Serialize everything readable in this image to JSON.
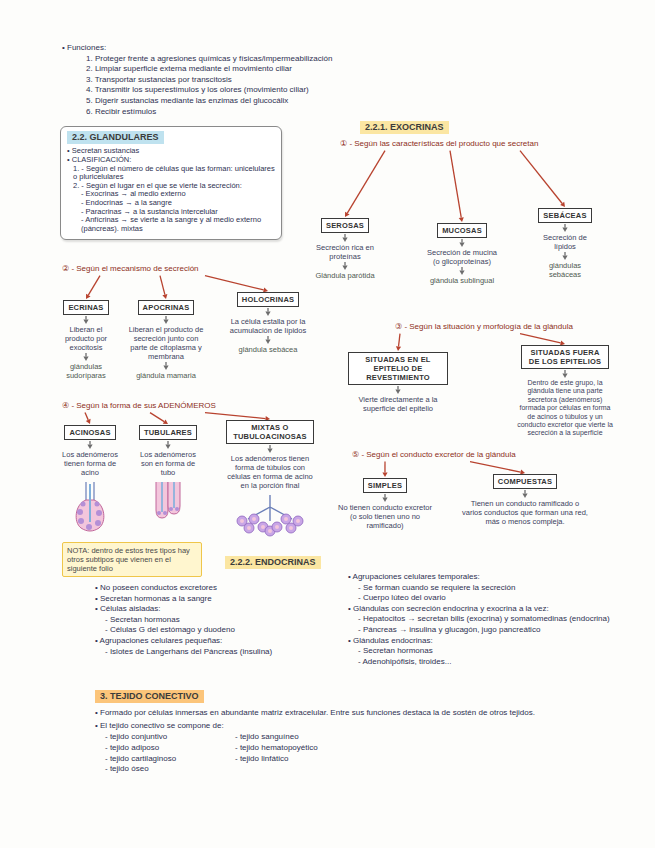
{
  "diagram": {
    "nodes": [
      {
        "text": [
          "• Secretan sustancias",
          "• CLASIFICACIÓN:",
          "1. - Según el número de células que las forman: unicelulares o pluricelulares",
          "2. - Según el lugar en el que se vierte la secreción:",
          "- Exocrinas → al medio externo",
          "- Endocrinas → a la sangre",
          "- Paracrinas → a la sustancia intercelular",
          "- Anfícrinas → se vierte a la sangre y al medio externo (páncreas). mixtas"
        ]
      },
      {
        "text": [
          "2.2. GLANDULARES"
        ],
        "in": 0
      },
      {
        "text": [
          "2.2.1. EXOCRINAS"
        ]
      },
      {
        "text": [
          "SEROSAS"
        ]
      },
      {
        "text": [
          "MUCOSAS"
        ]
      },
      {
        "text": [
          "SEBÁCEAS"
        ]
      },
      {
        "text": [
          "ECRINAS"
        ]
      },
      {
        "text": [
          "APOCRINAS"
        ]
      },
      {
        "text": [
          "HOLOCRINAS"
        ]
      },
      {
        "text": [
          "SITUADAS EN EL EPITELIO DE REVESTIMIENTO"
        ]
      },
      {
        "text": [
          "SITUADAS FUERA DE LOS EPITELIOS"
        ]
      },
      {
        "text": [
          "ACINOSAS"
        ]
      },
      {
        "text": [
          "TUBULARES"
        ]
      },
      {
        "text": [
          "MIXTAS O TUBULOACINOSAS"
        ]
      },
      {
        "text": [
          "SIMPLES"
        ]
      },
      {
        "text": [
          "COMPUESTAS"
        ]
      },
      {
        "text": [
          "NOTA: dentro de estos tres tipos hay otros subtipos que vienen en el siguiente folio"
        ]
      },
      {
        "text": [
          "2.2.2. ENDOCRINAS"
        ]
      },
      {
        "text": [
          "3. TEJIDO CONECTIVO"
        ]
      }
    ],
    "labels": [
      "• Funciones:",
      "1. Proteger frente a agresiones químicas y físicas/impermeabilización",
      "2. Limpiar superficie externa mediante el movimiento ciliar",
      "3. Transportar sustancias por transcitosis",
      "4. Transmitir los superestímulos y los olores (movimiento ciliar)",
      "5. Digerir sustancias mediante las enzimas del glucocálix",
      "6. Recibir estímulos",
      "① - Según las características del producto que secretan",
      "Secreción rica en proteínas",
      "Glándula parótida",
      "Secreción de mucina (o glicoproteínas)",
      "glándula sublingual",
      "Secreción de lípidos",
      "glándulas sebáceas",
      "② - Según el mecanismo de secreción",
      "Liberan el producto por exocitosis",
      "glándulas sudoríparas",
      "Liberan el producto de secreción junto con parte de citoplasma y membrana",
      "glándula mamaria",
      "La célula estalla por la acumulación de lípidos",
      "glándula sebácea",
      "③ - Según la situación y morfología de la glándula",
      "Vierte directamente a la superficie del epitelio",
      "Dentro de este grupo, la glándula tiene una parte secretora (adenómeros) formada por células en forma de acinos o túbulos y un conducto excretor que vierte la secreción a la superficie",
      "④ - Según la forma de sus ADENÓMEROS",
      "Los adenómeros tienen forma de acino",
      "Los adenómeros son en forma de tubo",
      "Los adenómeros tienen forma de túbulos con células en forma de acino en la porción final",
      "⑤ - Según el conducto excretor de la glándula",
      "No tienen conducto excretor (o solo tienen uno no ramificado)",
      "Tienen un conducto ramificado o varios conductos que forman una red, más o menos compleja.",
      "• No poseen conductos excretores",
      "• Secretan hormonas a la sangre",
      "• Células aisladas:",
      "- Secretan hormonas",
      "- Células G del estómago y duodeno",
      "• Agrupaciones celulares pequeñas:",
      "- Islotes de Langerhans del Páncreas (insulina)",
      "• Agrupaciones celulares temporales:",
      "- Se forman cuando se requiere la secreción",
      "- Cuerpo lúteo del ovario",
      "• Glándulas con secreción endocrina y exocrina a la vez:",
      "- Hepatocitos → secretan bilis (exocrina) y somatomedinas (endocrina)",
      "- Páncreas → insulina y glucagón, jugo pancreático",
      "• Glándulas endocrinas:",
      "- Secretan hormonas",
      "- Adenohipófisis, tiroides...",
      "• Formado por células inmersas en abundante matriz extracelular. Entre sus funciones destaca la de sostén de otros tejidos.",
      "• El tejido conectivo se compone de:",
      "- tejido conjuntivo",
      "- tejido adiposo",
      "- tejido cartilaginoso",
      "- tejido óseo",
      "- tejido sanguíneo",
      "- tejido hematopoyético",
      "- tejido linfático"
    ]
  }
}
